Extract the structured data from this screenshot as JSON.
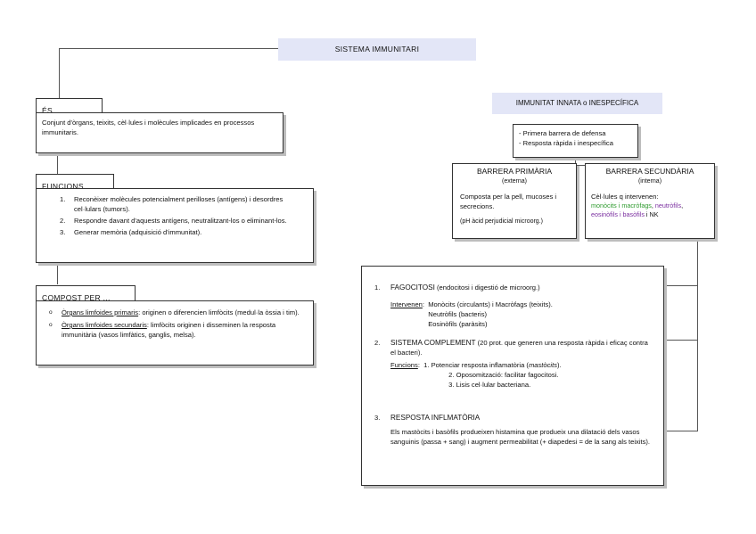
{
  "title": "SISTEMA IMMUNITARI",
  "es": {
    "heading": "ÉS ...",
    "body": "Conjunt d'òrgans, teixits, cèl·lules i molècules implicades en processos immunitaris."
  },
  "funcions": {
    "heading": "FUNCIONS",
    "items": [
      {
        "num": "1.",
        "text": "Reconèixer molècules potencialment perilloses (antígens) i desordres cel·lulars (tumors)."
      },
      {
        "num": "2.",
        "text": "Respondre davant d'aquests antígens, neutralitzant-los o eliminant-los."
      },
      {
        "num": "3.",
        "text": "Generar memòria (adquisició d'immunitat)."
      }
    ]
  },
  "compost": {
    "heading": "COMPOST PER ...",
    "items": [
      {
        "bullet": "o",
        "term": "Òrgans limfoides primaris",
        "text": ": originen o diferencien limfòcits (medul·la òssia i tim)."
      },
      {
        "bullet": "o",
        "term": "Òrgans limfoides secundaris",
        "text": ": limfòcits originen i disseminen la resposta immunitària (vasos limfàtics, ganglis, melsa)."
      }
    ]
  },
  "innata": {
    "title": "IMMUNITAT INNATA o INESPECÍFICA",
    "points": [
      "- Primera barrera de defensa",
      "- Resposta ràpida i inespecífica"
    ]
  },
  "primaria": {
    "title": "BARRERA PRIMÀRIA",
    "subtitle": "(externa)",
    "body": "Composta per la pell, mucoses i secrecions.",
    "note": "(pH àcid perjudicial microorg.)"
  },
  "secundaria": {
    "title": "BARRERA SECUNDÀRIA",
    "subtitle": "(interna)",
    "intro": "Cèl·lules q intervenen:",
    "cells_a": "monòcits i macròfags",
    "sep1": ", ",
    "cells_b": "neutròfils",
    "sep2": ",",
    "cells_c": "eosinòfils i basòfils",
    "cells_d": " i NK"
  },
  "detail": {
    "fago": {
      "num": "1.",
      "title": "FAGOCITOSI",
      "title_note": " (endocitosi i digestió de microorg.)",
      "label": "Intervenen",
      "lines": [
        "Monòcits (circulants) i Macròfags (teixits).",
        "Neutròfils (bacteris)",
        "Eosinòfils (paràsits)"
      ]
    },
    "complement": {
      "num": "2.",
      "title": "SISTEMA COMPLEMENT",
      "title_note": " (20 prot. que generen una resposta ràpida i eficaç contra el bacteri).",
      "label": "Funcions",
      "lines": [
        "1. Potenciar resposta inflamatòria (",
        "mastòcits",
        ").",
        "2. Oposomització: facilitar fagocitosi.",
        "3. Lisis cel·lular bacteriana."
      ]
    },
    "inflam": {
      "num": "3.",
      "title": "RESPOSTA INFLMATÒRIA",
      "body": "Els mastòcits i basòfils produeixen histamina que produeix una dilatació dels vasos sanguinis (passa + sang) i augment permeabilitat (+ diapedesi = de la sang als teixits)."
    }
  },
  "colors": {
    "title_bg": "#e3e6f7",
    "innata_bg": "#e3e6f7",
    "green": "#2e9b2e",
    "purple": "#7b2fa0"
  }
}
